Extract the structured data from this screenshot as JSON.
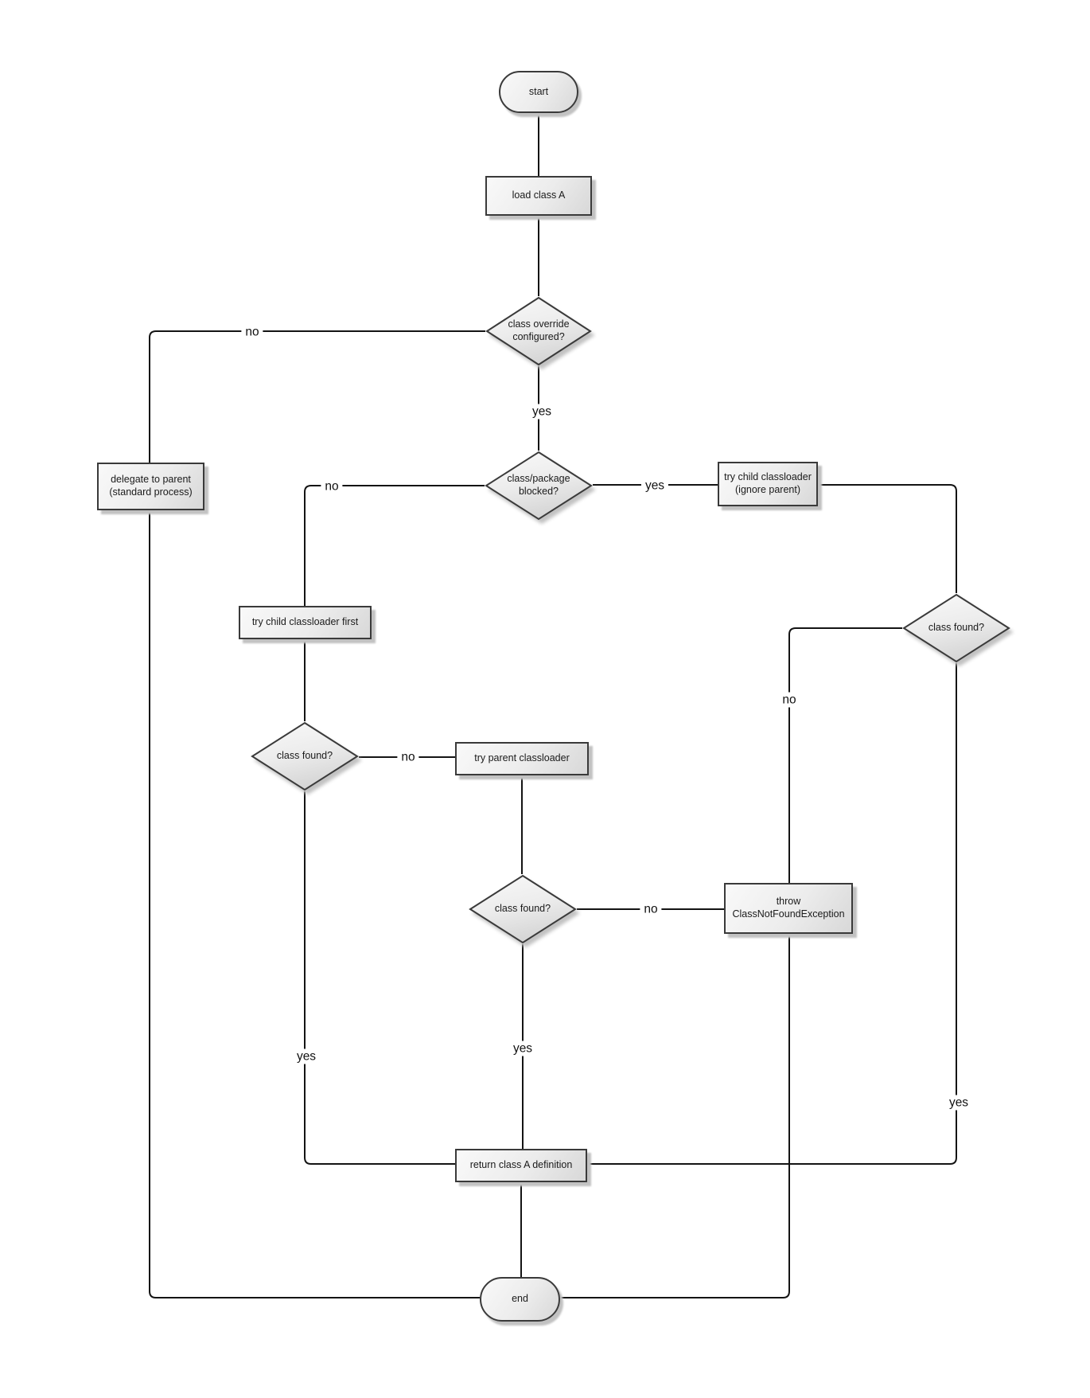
{
  "diagram": {
    "type": "flowchart",
    "colors": {
      "background": "#ffffff",
      "node_fill_light": "#f9f9f9",
      "node_fill_dark": "#d8d8d8",
      "node_border": "#3a3a3a",
      "connector": "#141414",
      "shadow": "#c2c2c2",
      "text": "#1a1a1a"
    },
    "nodes": [
      {
        "id": "start",
        "shape": "stadium",
        "label": "start"
      },
      {
        "id": "load-class-a",
        "shape": "rect",
        "label": "load class A"
      },
      {
        "id": "class-override-configured",
        "shape": "diamond",
        "label": "class override configured?"
      },
      {
        "id": "delegate-to-parent",
        "shape": "rect",
        "label": "delegate to parent (standard process)"
      },
      {
        "id": "class-package-blocked",
        "shape": "diamond",
        "label": "class/package blocked?"
      },
      {
        "id": "try-child-classloader-ignore-parent",
        "shape": "rect",
        "label": "try child classloader (ignore parent)"
      },
      {
        "id": "try-child-classloader-first",
        "shape": "rect",
        "label": "try child classloader first"
      },
      {
        "id": "class-found-left",
        "shape": "diamond",
        "label": "class found?"
      },
      {
        "id": "try-parent-classloader",
        "shape": "rect",
        "label": "try parent classloader"
      },
      {
        "id": "class-found-middle",
        "shape": "diamond",
        "label": "class found?"
      },
      {
        "id": "throw-classnotfoundexception",
        "shape": "rect",
        "label": "throw ClassNotFoundException"
      },
      {
        "id": "class-found-right",
        "shape": "diamond",
        "label": "class found?"
      },
      {
        "id": "return-class-a-definition",
        "shape": "rect",
        "label": "return class A definition"
      },
      {
        "id": "end",
        "shape": "stadium",
        "label": "end"
      }
    ],
    "edges": [
      {
        "from": "start",
        "to": "load-class-a",
        "label": ""
      },
      {
        "from": "load-class-a",
        "to": "class-override-configured",
        "label": ""
      },
      {
        "from": "class-override-configured",
        "to": "delegate-to-parent",
        "label": "no"
      },
      {
        "from": "class-override-configured",
        "to": "class-package-blocked",
        "label": "yes"
      },
      {
        "from": "class-package-blocked",
        "to": "try-child-classloader-first",
        "label": "no"
      },
      {
        "from": "class-package-blocked",
        "to": "try-child-classloader-ignore-parent",
        "label": "yes"
      },
      {
        "from": "try-child-classloader-ignore-parent",
        "to": "class-found-right",
        "label": ""
      },
      {
        "from": "class-found-right",
        "to": "throw-classnotfoundexception",
        "label": "no"
      },
      {
        "from": "class-found-right",
        "to": "return-class-a-definition",
        "label": "yes"
      },
      {
        "from": "try-child-classloader-first",
        "to": "class-found-left",
        "label": ""
      },
      {
        "from": "class-found-left",
        "to": "try-parent-classloader",
        "label": "no"
      },
      {
        "from": "class-found-left",
        "to": "return-class-a-definition",
        "label": "yes"
      },
      {
        "from": "try-parent-classloader",
        "to": "class-found-middle",
        "label": ""
      },
      {
        "from": "class-found-middle",
        "to": "throw-classnotfoundexception",
        "label": "no"
      },
      {
        "from": "class-found-middle",
        "to": "return-class-a-definition",
        "label": "yes"
      },
      {
        "from": "return-class-a-definition",
        "to": "end",
        "label": ""
      },
      {
        "from": "delegate-to-parent",
        "to": "end",
        "label": ""
      },
      {
        "from": "throw-classnotfoundexception",
        "to": "end",
        "label": ""
      }
    ]
  }
}
